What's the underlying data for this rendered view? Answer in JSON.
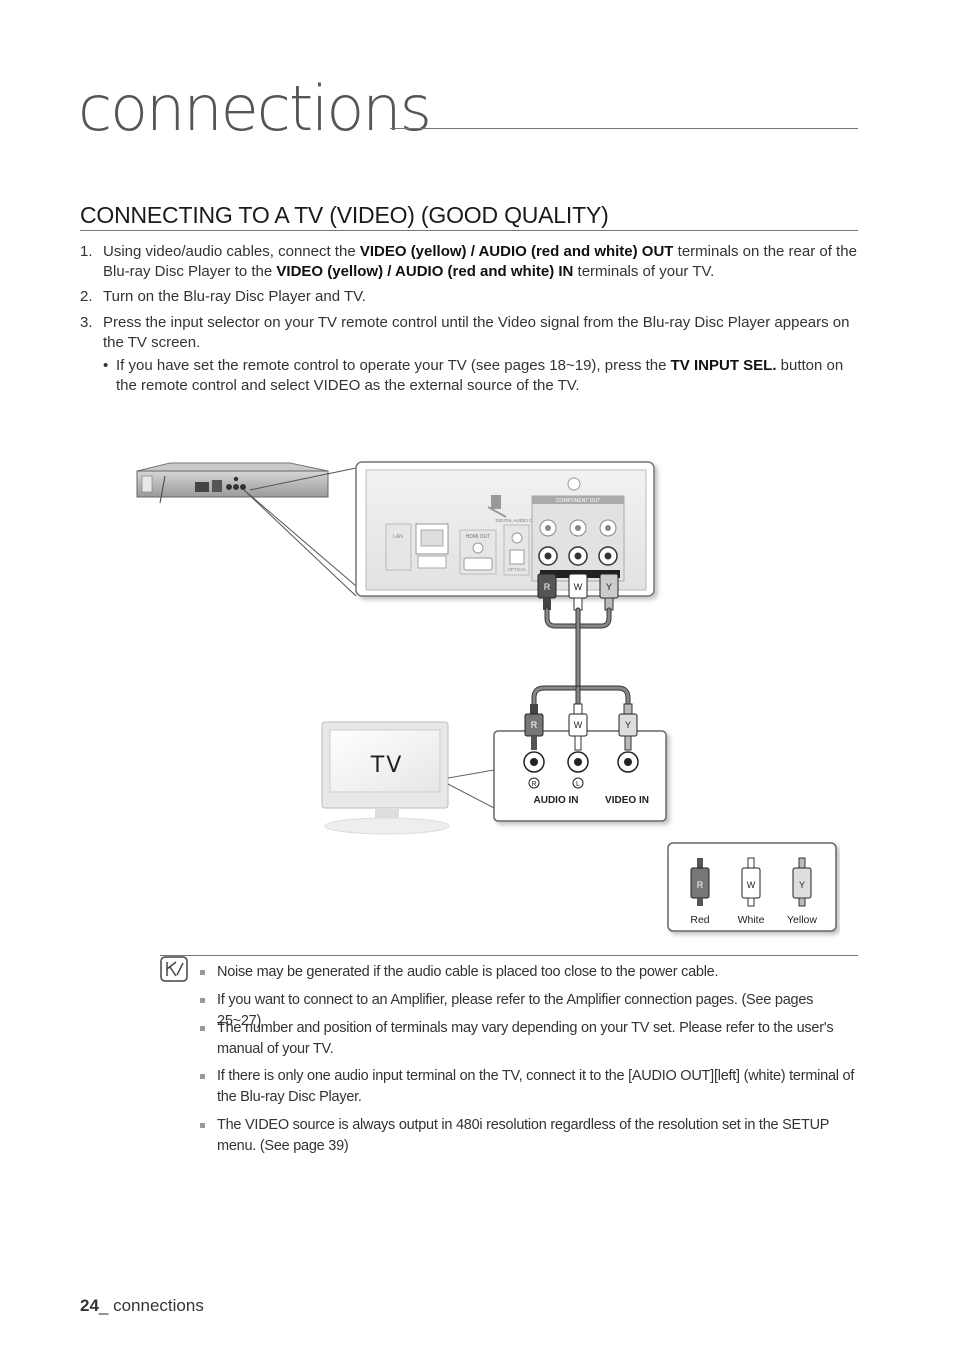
{
  "header": {
    "chapter": "connections",
    "section_title": "CONNECTING TO A TV (VIDEO) (GOOD QUALITY)"
  },
  "steps": [
    {
      "num": "1.",
      "parts": [
        "Using video/audio cables, connect the ",
        "VIDEO (yellow) / AUDIO (red and white) OUT",
        " terminals on the rear of the Blu-ray Disc Player to the ",
        "VIDEO (yellow) / AUDIO (red and white) IN",
        " terminals of your TV."
      ]
    },
    {
      "num": "2.",
      "text": "Turn on the Blu-ray Disc Player and TV."
    },
    {
      "num": "3.",
      "text": "Press the input selector on your TV remote control until the Video signal from the Blu-ray Disc Player appears on the TV screen."
    }
  ],
  "sub_bullet": {
    "bullet": "•",
    "parts": [
      "If you have set the remote control to operate your TV (see pages 18~19), press the ",
      "TV INPUT SEL.",
      " button on the remote control and select VIDEO as the external source of the TV."
    ]
  },
  "diagram": {
    "tv_label": "TV",
    "audio_in_label": "AUDIO IN",
    "video_in_label": "VIDEO IN",
    "jack_r": "R",
    "jack_l": "L",
    "plug_r": "R",
    "plug_w": "W",
    "plug_y": "Y",
    "panel_lan": "LAN",
    "panel_hdmi": "HDMI OUT",
    "panel_optical": "OPTICAL",
    "panel_component": "COMPONENT OUT",
    "panel_digital": "DIGITAL AUDIO OUT",
    "legend": [
      "Red",
      "White",
      "Yellow"
    ],
    "colors": {
      "red": "#d23a3a",
      "white": "#ffffff",
      "yellow": "#e2c22a"
    }
  },
  "notes": [
    "Noise may be generated if the audio cable is placed too close to the power cable.",
    "If you want to connect to an Amplifier, please refer to the Amplifier connection pages. (See pages 25~27)",
    "The number and position of terminals may vary depending on your TV set. Please refer to the user's manual of your TV.",
    "If there is only one audio input terminal on the TV, connect it to the [AUDIO OUT][left] (white) terminal of the Blu-ray Disc Player.",
    "The VIDEO source is always output in 480i resolution regardless of the resolution set in the SETUP menu. (See page 39)"
  ],
  "footer": {
    "page_number": "24",
    "text": "_ connections"
  }
}
